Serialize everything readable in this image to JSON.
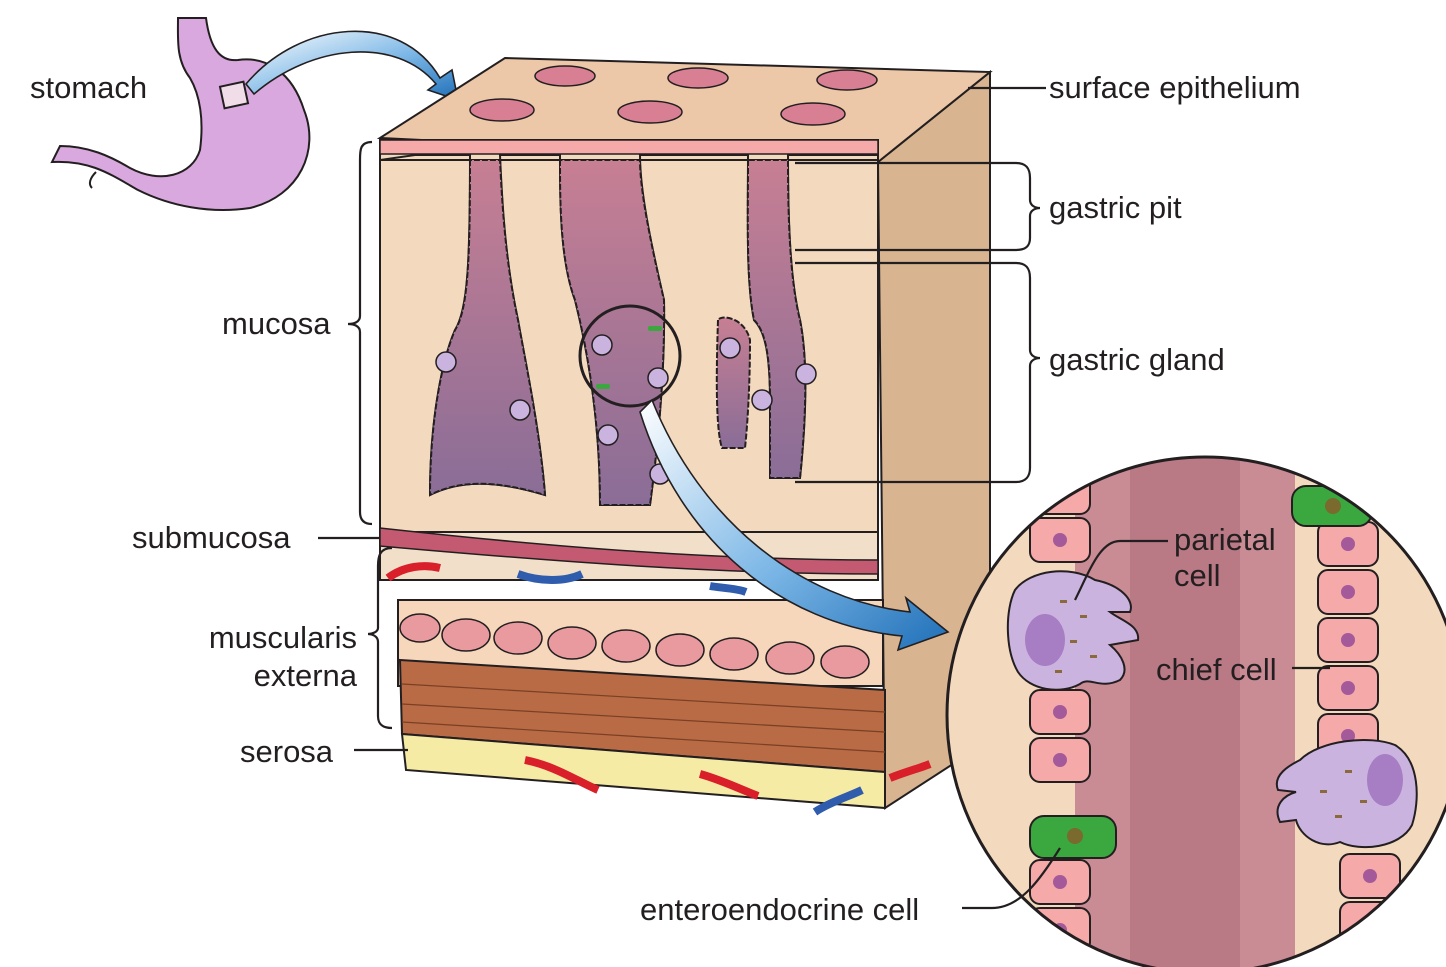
{
  "labels": {
    "stomach": "stomach",
    "surface_epithelium": "surface epithelium",
    "gastric_pit": "gastric pit",
    "gastric_gland": "gastric gland",
    "mucosa": "mucosa",
    "submucosa": "submucosa",
    "muscularis_line1": "muscularis",
    "muscularis_line2": "externa",
    "serosa": "serosa",
    "parietal_line1": "parietal",
    "parietal_line2": "cell",
    "chief_cell": "chief cell",
    "enteroendocrine_cell": "enteroendocrine cell"
  },
  "colors": {
    "stomach": "#d9a8de",
    "mucosa": "#f3d9bd",
    "pit_lumen": "#c77f93",
    "gland_lumen": "#8e6e95",
    "epithelial_cell": "#f5a9a8",
    "parietal_cell": "#cbb3e0",
    "enteroendocrine_cell": "#3aa83f",
    "submucosa_band": "#c45a72",
    "muscle_inner": "#e99a9f",
    "muscle_outer": "#b86b45",
    "serosa": "#f6eba5",
    "artery": "#d81f2a",
    "vein": "#2f5cac",
    "arrow": "#2a7cc2"
  }
}
